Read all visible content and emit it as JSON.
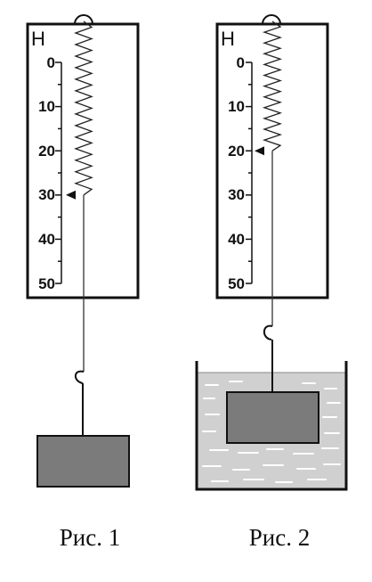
{
  "unit_label": "Н",
  "scale_labels": [
    "0",
    "10",
    "20",
    "30",
    "40",
    "50"
  ],
  "figure1": {
    "caption": "Рис. 1",
    "reading": 30
  },
  "figure2": {
    "caption": "Рис. 2",
    "reading": 20
  },
  "colors": {
    "weight": "#7b7b7b",
    "water": "#d0d0d0",
    "outline": "#111111"
  }
}
